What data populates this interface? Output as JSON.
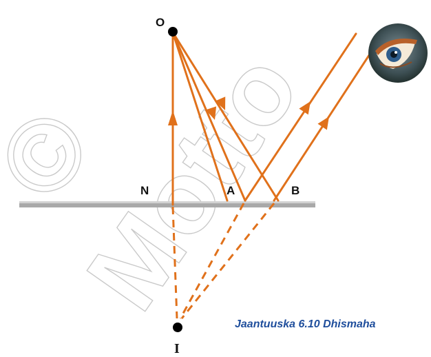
{
  "diagram": {
    "labels": {
      "object": "O",
      "image": "I",
      "normal_point": "N",
      "point_a": "A",
      "point_b": "B"
    },
    "caption": "Jaantuuska  6.10 Dhismaha",
    "watermark": {
      "copyright_symbol": "©",
      "text": "Motto"
    },
    "colors": {
      "ray": "#e0711b",
      "mirror": "#a9a9a9",
      "caption": "#1f4e9c",
      "watermark": "#c9c9c9"
    },
    "icons": [
      "eye-icon"
    ]
  }
}
